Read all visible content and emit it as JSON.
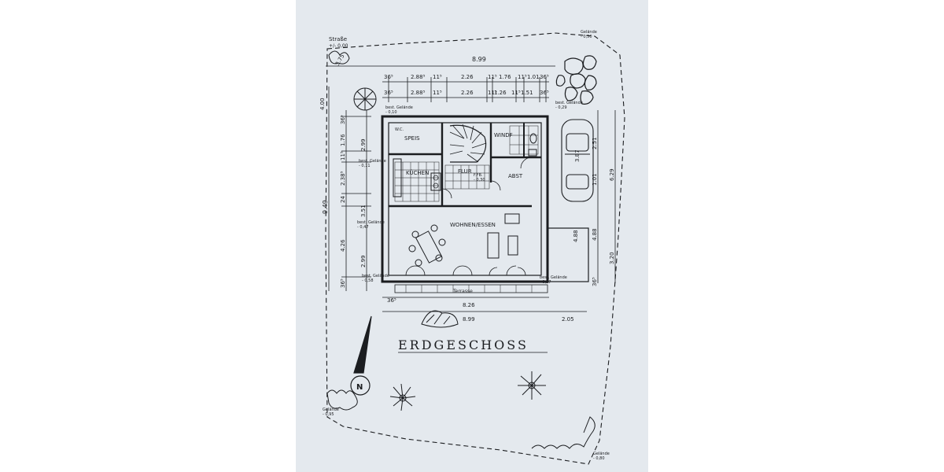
{
  "plan": {
    "title": "ERDGESCHOSS",
    "street_label": "Straße",
    "street_level": "+/- 0,00",
    "rooms": {
      "speis": "SPEIS",
      "windf": "WINDF",
      "kuechen": "KÜCHEN",
      "flur": "FLUR",
      "abst": "ABST",
      "wohnen": "WOHNEN/ESSEN",
      "terrasse": "Terrasse",
      "wc": "W.C."
    },
    "north": "N",
    "level_marks": {
      "top_right": [
        "Gelände",
        "- 0,50"
      ],
      "mid_top": [
        "best. Gelände",
        "- 0,10"
      ],
      "mid_top_right": [
        "best. Gelände",
        "- 0,29"
      ],
      "left_upper": [
        "best. Gelände",
        "- 0,11"
      ],
      "left_mid": [
        "best. Gelände",
        "- 0,47"
      ],
      "left_low": [
        "best. Gelände",
        "- 0,58"
      ],
      "right_low": [
        "best. Gelände",
        "- 0,57"
      ],
      "bottom_left": [
        "Gelände",
        "- 0,95"
      ],
      "bottom_right": [
        "Gelände",
        "- 0,80"
      ],
      "ffb": [
        "F.FB.",
        "- 0,30"
      ]
    },
    "top_dims": {
      "overall": "8.99",
      "row1": [
        "36⁵",
        "2.88⁵",
        "11⁵",
        "2.26",
        "11⁵",
        "1.76",
        "11⁵",
        "1.01",
        "36⁵"
      ],
      "row2": [
        "36⁵",
        "2.88⁵",
        "11⁵",
        "2.26",
        "11⁵",
        "1.26",
        "11⁵",
        "1.51",
        "36⁵"
      ],
      "corner_a": "4.00",
      "corner_b": "3.75"
    },
    "left_dims": {
      "overall": "9.49",
      "row_a": [
        "36⁵",
        "1.76",
        "11⁵",
        "2.38⁵",
        "24",
        "4.26",
        "36⁵"
      ],
      "row_b": [
        "2.99",
        "3.51",
        "2.99"
      ]
    },
    "right_dims": [
      "2.51",
      "1.01",
      "6.29",
      "4.88",
      "3.20",
      "4.88",
      "36⁵"
    ],
    "car_dims": "3.87",
    "bottom_dims": [
      "36⁵",
      "8.26",
      "8.99",
      "2.05"
    ]
  }
}
